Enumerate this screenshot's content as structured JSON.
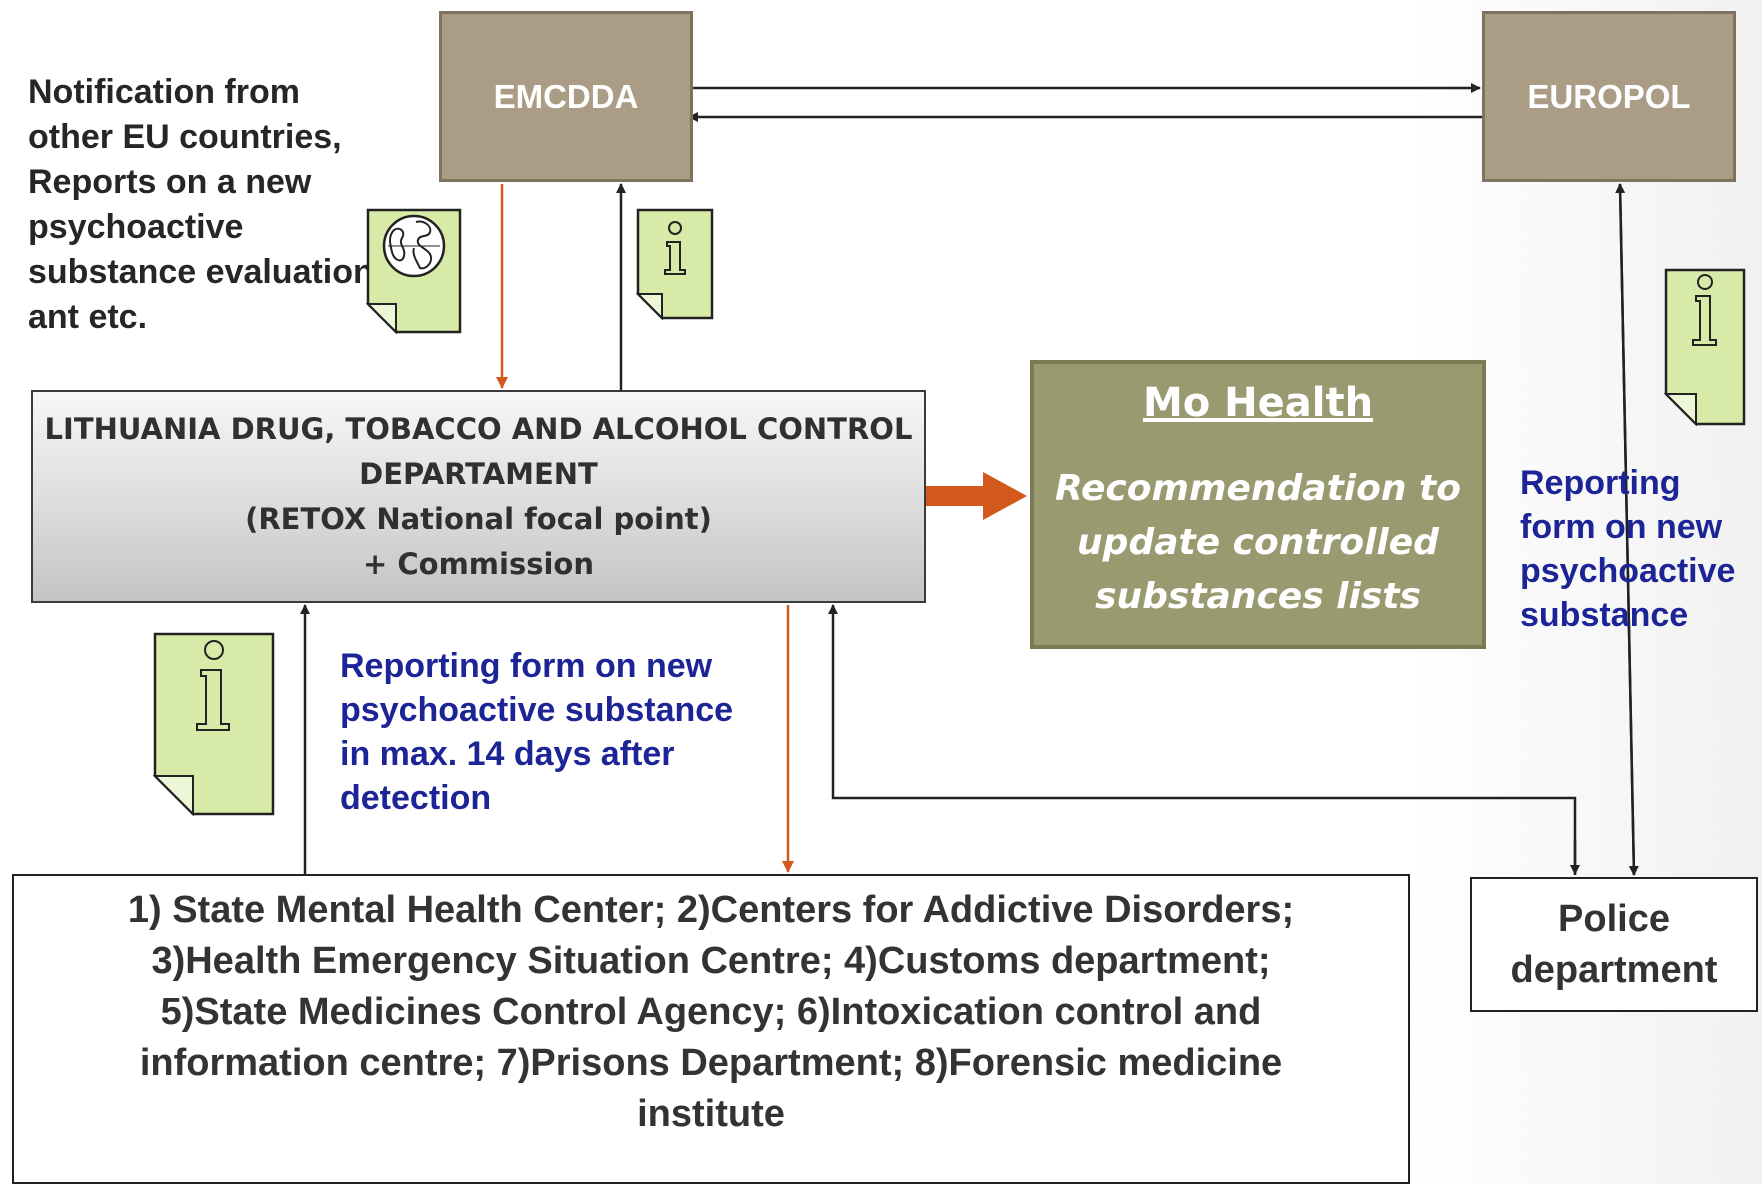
{
  "nodes": {
    "emcdda": "EMCDDA",
    "europol": "EUROPOL",
    "notification": "Notification from other EU countries, Reports on a new psychoactive substance evaluation ant etc.",
    "department": {
      "line1": "LITHUANIA DRUG, TOBACCO AND ALCOHOL CONTROL",
      "line2": "DEPARTAMENT",
      "line3": "(RETOX National focal point)",
      "line4": "+ Commission"
    },
    "mohealth": {
      "title": "Mo Health",
      "recommendation": "Recommendation to update controlled substances lists"
    },
    "report_left": "Reporting form on new psychoactive substance in max. 14 days after detection",
    "report_right": "Reporting form on new psychoactive substance",
    "centres": {
      "line1": "1) State Mental Health Center; 2)Centers for Addictive Disorders;",
      "line2": "3)Health Emergency Situation Centre; 4)Customs department;",
      "line3": "5)State Medicines Control Agency; 6)Intoxication control and",
      "line4": "information centre; 7)Prisons Department; 8)Forensic medicine",
      "line5": "institute"
    },
    "police": "Police department"
  },
  "icons": {
    "globe_document": "globe-document-icon",
    "info_document": "info-document-icon"
  },
  "colors": {
    "box_brown": "#ab9c85",
    "box_olive": "#999a70",
    "doc_green": "#d8eaa8",
    "arrow_orange": "#d2581e",
    "text_blue": "#1c2496"
  }
}
